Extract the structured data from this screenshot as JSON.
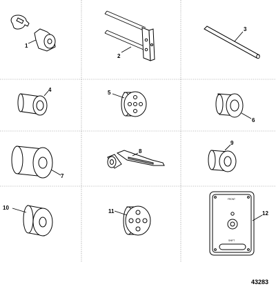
{
  "callouts": [
    "1",
    "2",
    "3",
    "4",
    "5",
    "6",
    "7",
    "8",
    "9",
    "10",
    "11",
    "12"
  ],
  "plate_labels": {
    "top": "FRONT",
    "middle": "SHIFT"
  },
  "reference_number": "43283",
  "colors": {
    "line": "#000000",
    "grid": "#7a7a7a",
    "fill": "#ffffff",
    "shade": "#d9d9d9"
  }
}
